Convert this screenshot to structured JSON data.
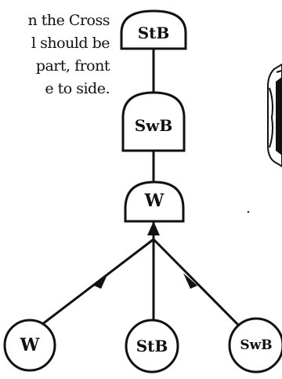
{
  "instruction_text": {
    "lines": [
      "n the Cross",
      "l should be",
      "part, front",
      "e to side."
    ]
  },
  "nodes": {
    "top": "StB",
    "upper_middle": "SwB",
    "middle": "W",
    "bottom_left": "W",
    "bottom_center": "StB",
    "bottom_right": "SwB"
  },
  "colors": {
    "ink": "#111111",
    "background": "#ffffff"
  }
}
